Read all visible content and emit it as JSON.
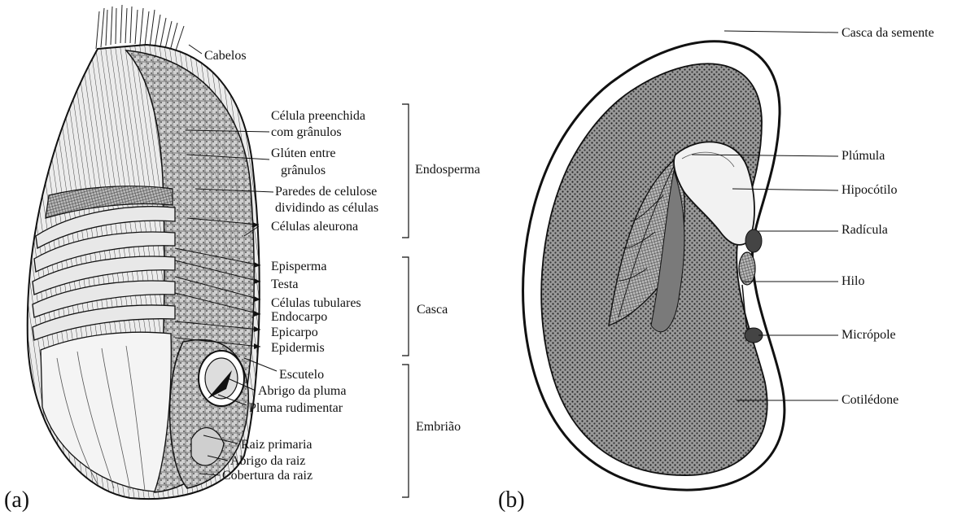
{
  "panel_a": {
    "tag": "(a)",
    "labels": {
      "cabelos": "Cabelos",
      "celula1": "Célula preenchida",
      "celula2": "com grânulos",
      "gluten1": "Glúten entre",
      "gluten2": "grânulos",
      "paredes1": "Paredes de celulose",
      "paredes2": "dividindo as células",
      "aleurona": "Células aleurona",
      "episperma": "Episperma",
      "testa": "Testa",
      "tubulares": "Células tubulares",
      "endocarpo": "Endocarpo",
      "epicarpo": "Epicarpo",
      "epidermis": "Epidermis",
      "escutelo": "Escutelo",
      "abrigo_pluma": "Abrigo da pluma",
      "pluma": "Pluma rudimentar",
      "raiz_primaria": "Raiz primaria",
      "abrigo_raiz": "Abrigo da raiz",
      "cobertura_raiz": "Cobertura da raiz"
    },
    "groups": {
      "endosperma": "Endosperma",
      "casca": "Casca",
      "embriao": "Embrião"
    }
  },
  "panel_b": {
    "tag": "(b)",
    "labels": {
      "casca_semente": "Casca da semente",
      "plumula": "Plúmula",
      "hipocotilo": "Hipocótilo",
      "radicula": "Radícula",
      "hilo": "Hilo",
      "micropole": "Micrópole",
      "cotiledone": "Cotilédone"
    }
  }
}
